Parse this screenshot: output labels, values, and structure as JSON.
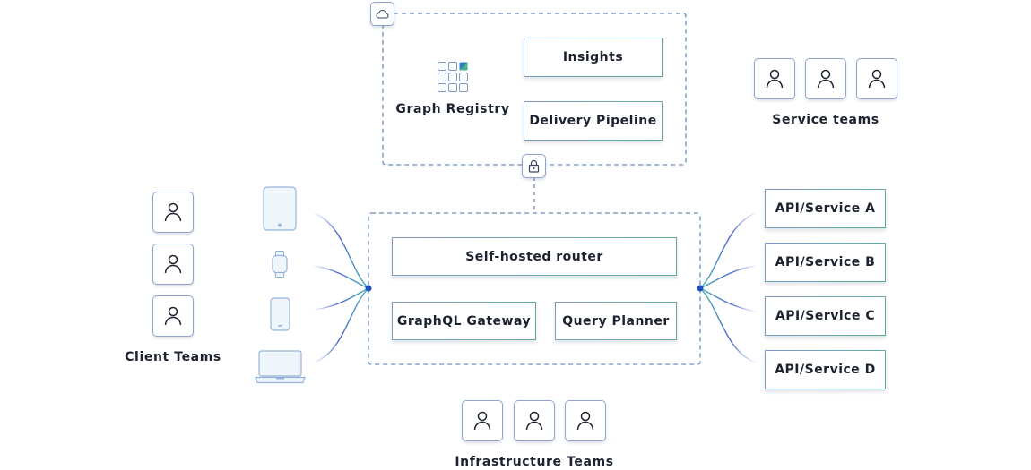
{
  "registry": {
    "title": "Graph Registry",
    "insights_label": "Insights",
    "pipeline_label": "Delivery Pipeline",
    "cloud_icon": "cloud-icon",
    "grid_icon": "grid-icon"
  },
  "lock_icon": "lock-icon",
  "router": {
    "router_label": "Self-hosted router",
    "gateway_label": "GraphQL Gateway",
    "planner_label": "Query Planner"
  },
  "service_teams": {
    "label": "Service teams",
    "icon": "person-icon"
  },
  "client_teams": {
    "label": "Client Teams",
    "icon": "person-icon"
  },
  "infra_teams": {
    "label": "Infrastructure Teams",
    "icon": "person-icon"
  },
  "devices": [
    "tablet-icon",
    "watch-icon",
    "phone-icon",
    "laptop-icon"
  ],
  "services": [
    "API/Service A",
    "API/Service B",
    "API/Service C",
    "API/Service D"
  ],
  "colors": {
    "dashed_border": "#6b8fc4",
    "link_blue": "#3a59c8",
    "link_teal": "#3fb0b6",
    "node_dot": "#1d4fc0"
  }
}
